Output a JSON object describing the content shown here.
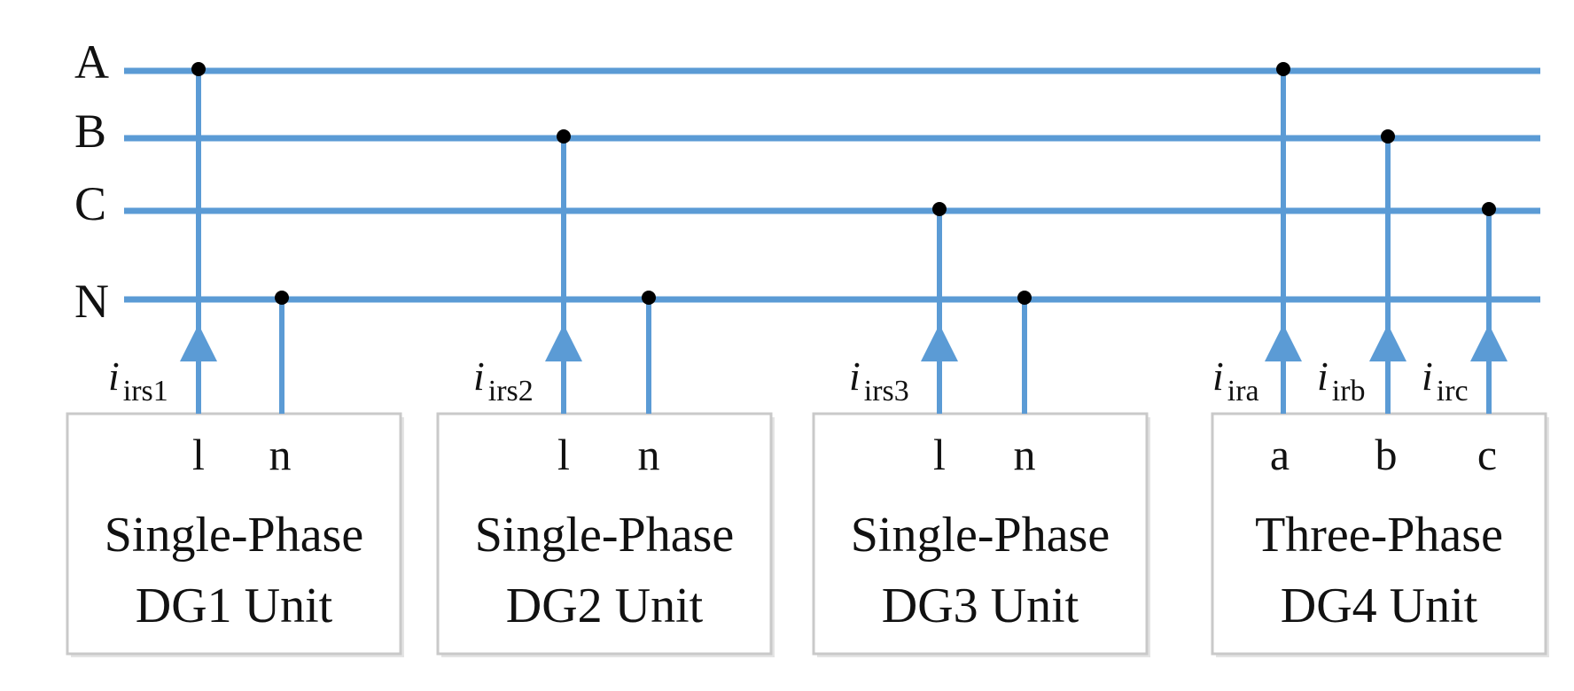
{
  "buses": [
    "A",
    "B",
    "C",
    "N"
  ],
  "currents": [
    {
      "symbol": "i",
      "subscript": "irs1"
    },
    {
      "symbol": "i",
      "subscript": "irs2"
    },
    {
      "symbol": "i",
      "subscript": "irs3"
    },
    {
      "symbol": "i",
      "subscript": "ira"
    },
    {
      "symbol": "i",
      "subscript": "irb"
    },
    {
      "symbol": "i",
      "subscript": "irc"
    }
  ],
  "units": [
    {
      "terminals": [
        "l",
        "n"
      ],
      "line1": "Single-Phase",
      "line2": "DG1 Unit"
    },
    {
      "terminals": [
        "l",
        "n"
      ],
      "line1": "Single-Phase",
      "line2": "DG2 Unit"
    },
    {
      "terminals": [
        "l",
        "n"
      ],
      "line1": "Single-Phase",
      "line2": "DG3 Unit"
    },
    {
      "terminals": [
        "a",
        "b",
        "c"
      ],
      "line1": "Three-Phase",
      "line2": "DG4 Unit"
    }
  ],
  "colors": {
    "line": "#5b9bd5",
    "node": "#000000",
    "box_border": "#c9c9c9"
  }
}
